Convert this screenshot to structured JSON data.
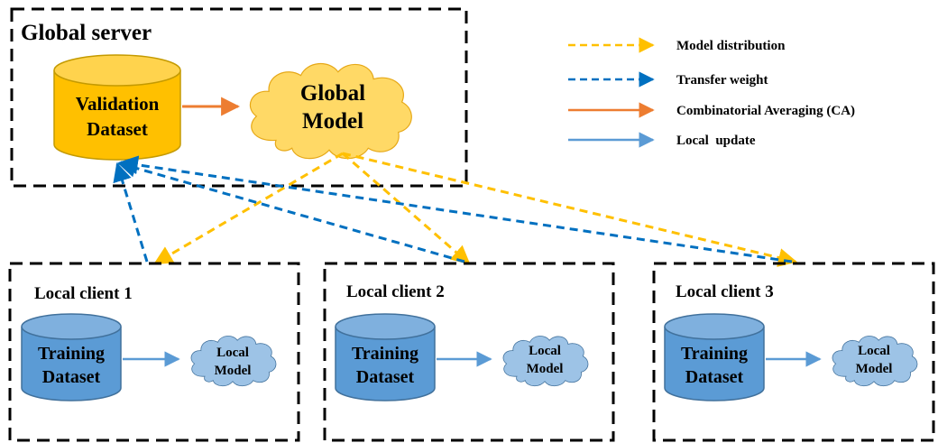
{
  "colors": {
    "model_distribution": "#FFC000",
    "transfer_weight": "#0070C0",
    "combinatorial_averaging": "#ED7D31",
    "local_update": "#5B9BD5",
    "validation_cylinder": "#FFC000",
    "global_cloud": "#FFD966",
    "training_cylinder": "#5B9BD5",
    "local_cloud": "#9DC3E6"
  },
  "global_server": {
    "title": "Global server",
    "validation": {
      "line1": "Validation",
      "line2": "Dataset"
    },
    "global_model": {
      "line1": "Global",
      "line2": "Model"
    }
  },
  "clients": [
    {
      "title": "Local client 1",
      "dataset_line1": "Training",
      "dataset_line2": "Dataset",
      "model_line1": "Local",
      "model_line2": "Model"
    },
    {
      "title": "Local client 2",
      "dataset_line1": "Training",
      "dataset_line2": "Dataset",
      "model_line1": "Local",
      "model_line2": "Model"
    },
    {
      "title": "Local client 3",
      "dataset_line1": "Training",
      "dataset_line2": "Dataset",
      "model_line1": "Local",
      "model_line2": "Model"
    }
  ],
  "legend": {
    "model_distribution": "Model distribution",
    "transfer_weight": "Transfer weight",
    "combinatorial_averaging": "Combinatorial Averaging (CA)",
    "local_update": "Local  update"
  }
}
